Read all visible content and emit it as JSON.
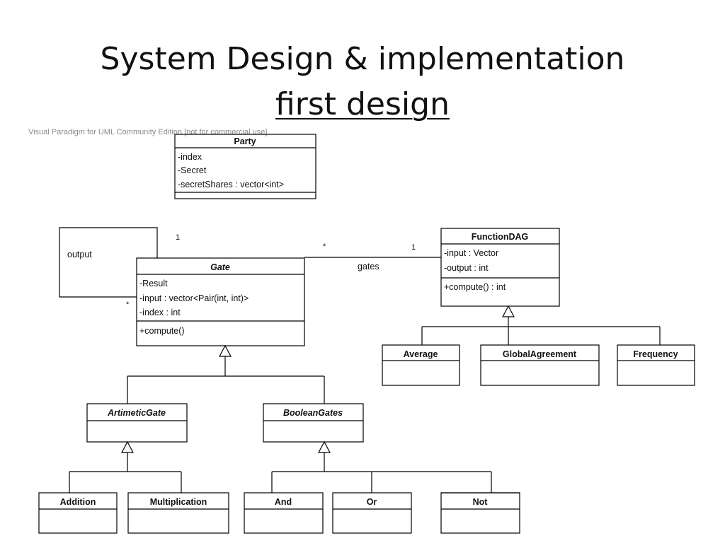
{
  "slide": {
    "title": "System Design & implementation",
    "subtitle": "first design"
  },
  "watermark": "Visual Paradigm for UML Community Edition [not for commercial use]",
  "diagram": {
    "classes": {
      "party": {
        "name": "Party",
        "attributes": [
          "-index",
          "-Secret",
          "-secretShares : vector<int>"
        ]
      },
      "gate": {
        "name": "Gate",
        "attributes": [
          "-Result",
          "-input : vector<Pair(int, int)>",
          "-index : int"
        ],
        "operations": [
          "+compute()"
        ]
      },
      "function_dag": {
        "name": "FunctionDAG",
        "attributes": [
          "-input : Vector",
          "-output : int"
        ],
        "operations": [
          "+compute() : int"
        ]
      },
      "artimetic_gate": {
        "name": "ArtimeticGate"
      },
      "boolean_gates": {
        "name": "BooleanGates"
      },
      "addition": {
        "name": "Addition"
      },
      "multiplication": {
        "name": "Multiplication"
      },
      "and": {
        "name": "And"
      },
      "or": {
        "name": "Or"
      },
      "not": {
        "name": "Not"
      },
      "average": {
        "name": "Average"
      },
      "global_agreement": {
        "name": "GlobalAgreement"
      },
      "frequency": {
        "name": "Frequency"
      }
    },
    "associations": {
      "self_label": "output",
      "self_mult_1": "1",
      "self_mult_many": "*",
      "gates_label": "gates",
      "gates_mult_many": "*",
      "gates_mult_1": "1"
    }
  }
}
